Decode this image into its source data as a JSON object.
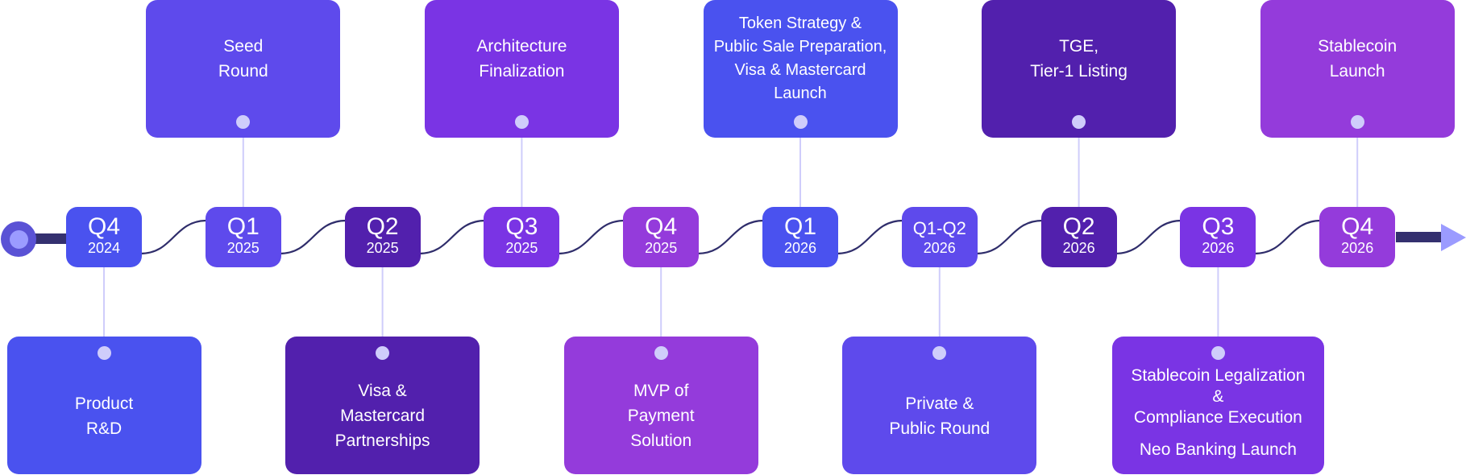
{
  "colors": {
    "blue": "#4a52ef",
    "indigo": "#5e4aec",
    "deep_purple": "#5220ad",
    "violet": "#7a34e4",
    "magenta": "#943bdb",
    "wave": "#2f2d6b",
    "connector": "#cfcdfb",
    "axis_bar": "#34306f",
    "start_outer": "#5a52d5",
    "accent_light": "#9b9bff"
  },
  "milestones": [
    {
      "quarter": "Q4",
      "year": "2024",
      "color": "#4a52ef",
      "position": "bottom",
      "lines": [
        "Product",
        "R&D"
      ]
    },
    {
      "quarter": "Q1",
      "year": "2025",
      "color": "#5e4aec",
      "position": "top",
      "lines": [
        "Seed",
        "Round"
      ]
    },
    {
      "quarter": "Q2",
      "year": "2025",
      "color": "#5220ad",
      "position": "bottom",
      "lines": [
        "Visa &",
        "Mastercard",
        "Partnerships"
      ]
    },
    {
      "quarter": "Q3",
      "year": "2025",
      "color": "#7a34e4",
      "position": "top",
      "lines": [
        "Architecture",
        "Finalization"
      ]
    },
    {
      "quarter": "Q4",
      "year": "2025",
      "color": "#943bdb",
      "position": "bottom",
      "lines": [
        "MVP of",
        "Payment",
        "Solution"
      ]
    },
    {
      "quarter": "Q1",
      "year": "2026",
      "color": "#4a52ef",
      "position": "top",
      "lines": [
        "Token Strategy &",
        "Public Sale Preparation,",
        "Visa & Mastercard",
        "Launch"
      ]
    },
    {
      "quarter": "Q1-Q2",
      "year": "2026",
      "color": "#5e4aec",
      "position": "bottom",
      "lines": [
        "Private &",
        "Public Round"
      ]
    },
    {
      "quarter": "Q2",
      "year": "2026",
      "color": "#5220ad",
      "position": "top",
      "lines": [
        "TGE,",
        "Tier-1 Listing"
      ]
    },
    {
      "quarter": "Q3",
      "year": "2026",
      "color": "#7a34e4",
      "position": "bottom",
      "lines": [
        "Stablecoin Legalization",
        "&",
        "Compliance Execution"
      ],
      "extra": "Neo Banking Launch"
    },
    {
      "quarter": "Q4",
      "year": "2026",
      "color": "#943bdb",
      "position": "top",
      "lines": [
        "Stablecoin",
        "Launch"
      ]
    }
  ]
}
